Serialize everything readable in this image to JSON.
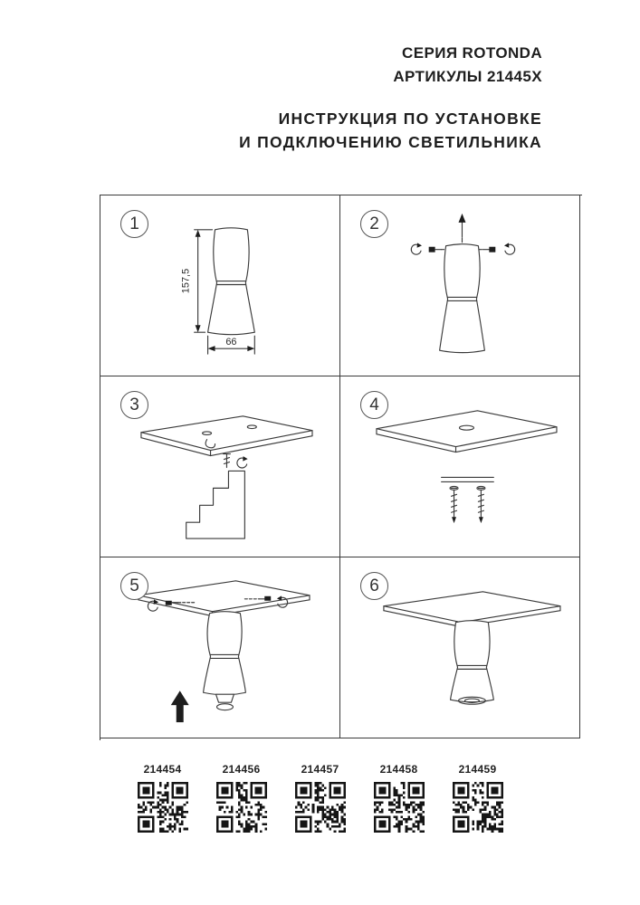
{
  "header": {
    "series": "СЕРИЯ ROTONDA",
    "articles": "АРТИКУЛЫ 21445X"
  },
  "title": {
    "line1": "ИНСТРУКЦИЯ ПО УСТАНОВКЕ",
    "line2": "И ПОДКЛЮЧЕНИЮ СВЕТИЛЬНИКА"
  },
  "steps": [
    {
      "number": "1",
      "dimension_height": "157,5",
      "dimension_width": "66"
    },
    {
      "number": "2"
    },
    {
      "number": "3"
    },
    {
      "number": "4"
    },
    {
      "number": "5"
    },
    {
      "number": "6"
    }
  ],
  "qr_codes": [
    {
      "label": "214454"
    },
    {
      "label": "214456"
    },
    {
      "label": "214457"
    },
    {
      "label": "214458"
    },
    {
      "label": "214459"
    }
  ],
  "colors": {
    "line": "#3a3a3a",
    "text": "#1e1e1e"
  }
}
